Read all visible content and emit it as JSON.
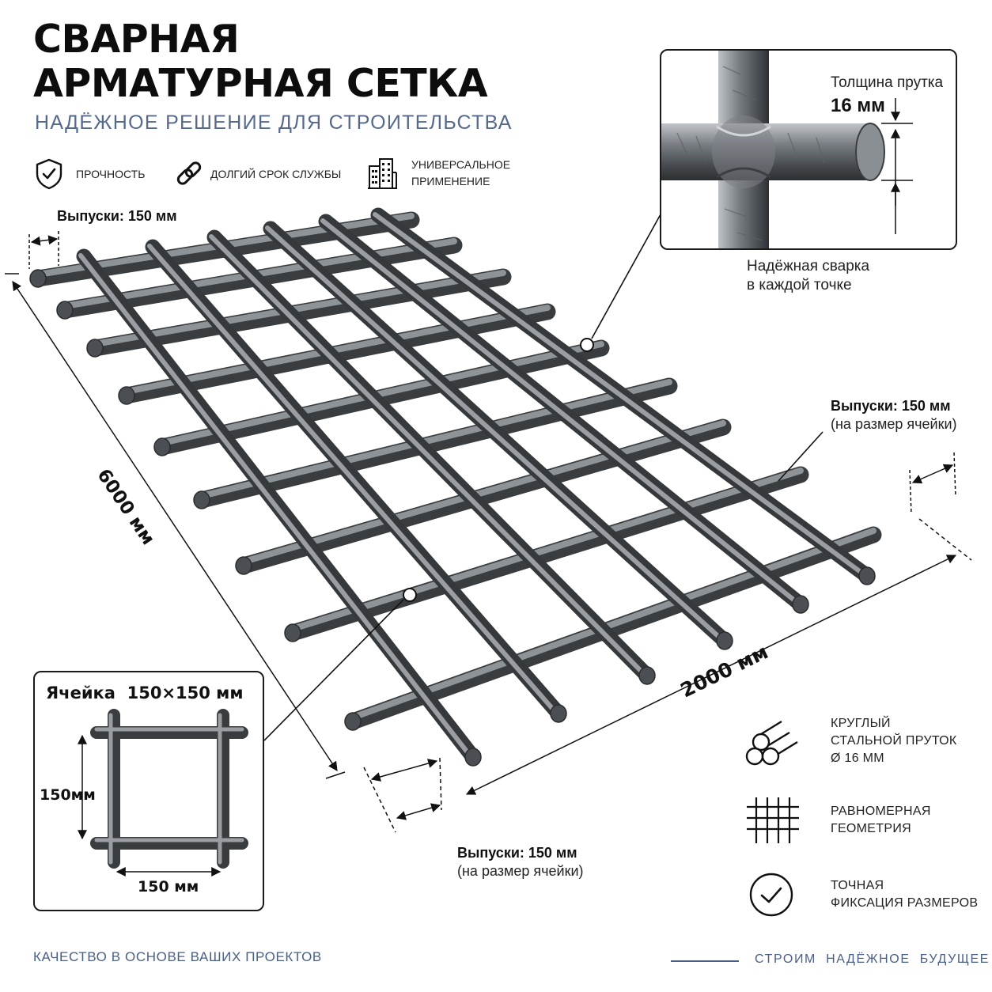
{
  "header": {
    "title_line1": "СВАРНАЯ",
    "title_line2": "АРМАТУРНАЯ СЕТКА",
    "subtitle": "НАДЁЖНОЕ РЕШЕНИЕ ДЛЯ СТРОИТЕЛЬСТВА"
  },
  "features": [
    {
      "icon": "shield-check-icon",
      "label": "ПРОЧНОСТЬ"
    },
    {
      "icon": "chain-link-icon",
      "label": "ДОЛГИЙ СРОК СЛУЖБЫ"
    },
    {
      "icon": "building-icon",
      "label_line1": "УНИВЕРСАЛЬНОЕ",
      "label_line2": "ПРИМЕНЕНИЕ"
    }
  ],
  "inset": {
    "thickness_label": "Толщина прутка",
    "thickness_value": "16 мм",
    "weld_line1": "Надёжная сварка",
    "weld_line2": "в каждой точке"
  },
  "callouts": {
    "top_overhang": "Выпуски: 150 мм",
    "right_overhang": "Выпуски: 150 мм",
    "right_overhang_note": "(на размер ячейки)",
    "bottom_overhang": "Выпуски: 150 мм",
    "bottom_overhang_note": "(на размер ячейки)"
  },
  "dimensions": {
    "length": "6000 мм",
    "width": "2000 мм"
  },
  "cell": {
    "title": "Ячейка  150×150 мм",
    "height_label": "150мм",
    "width_label": "150 мм"
  },
  "specs": [
    {
      "icon": "round-bars-icon",
      "line1": "КРУГЛЫЙ",
      "line2": "СТАЛЬНОЙ ПРУТОК",
      "line3": "Ø 16 ММ"
    },
    {
      "icon": "grid-icon",
      "line1": "РАВНОМЕРНАЯ",
      "line2": "ГЕОМЕТРИЯ"
    },
    {
      "icon": "check-circle-icon",
      "line1": "ТОЧНАЯ",
      "line2": "ФИКСАЦИЯ РАЗМЕРОВ"
    }
  ],
  "footer": {
    "left": "КАЧЕСТВО В ОСНОВЕ ВАШИХ ПРОЕКТОВ",
    "right": "СТРОИМ  НАДЁЖНОЕ  БУДУЩЕЕ"
  },
  "colors": {
    "accent": "#56698a",
    "steel_light": "#b4b8bd",
    "steel_dark": "#2e3134"
  }
}
